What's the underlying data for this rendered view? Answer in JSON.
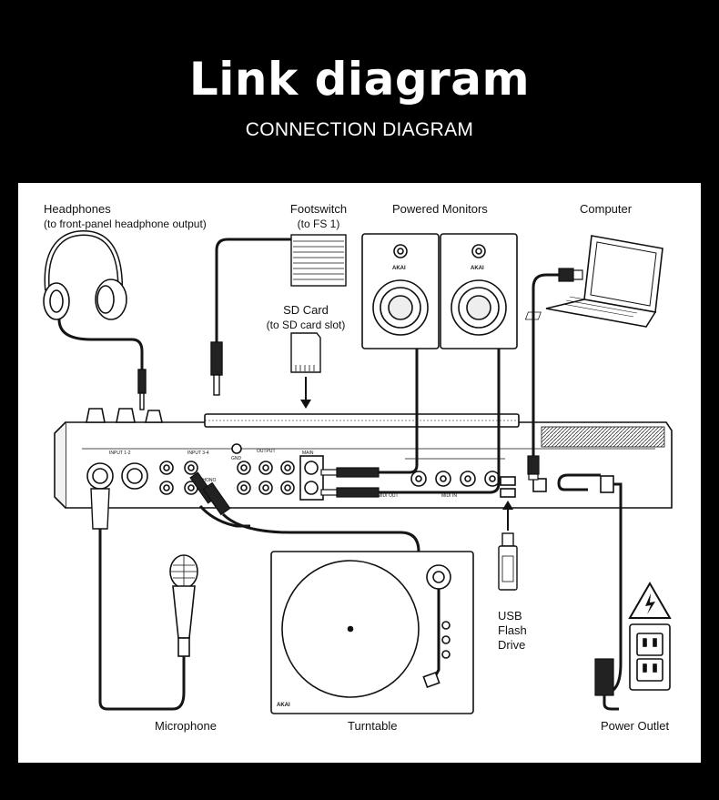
{
  "header": {
    "title": "Link diagram",
    "subtitle": "CONNECTION DIAGRAM"
  },
  "labels": {
    "headphones": "Headphones",
    "headphones_note": "(to front-panel headphone output)",
    "footswitch": "Footswitch",
    "footswitch_note": "(to FS 1)",
    "sd_card": "SD Card",
    "sd_card_note": "(to SD card slot)",
    "powered_monitors": "Powered Monitors",
    "computer": "Computer",
    "usb_flash_drive_line1": "USB",
    "usb_flash_drive_line2": "Flash",
    "usb_flash_drive_line3": "Drive",
    "microphone": "Microphone",
    "turntable": "Turntable",
    "power_outlet": "Power Outlet"
  },
  "device_markings": {
    "monitor_brand": "AKAI",
    "turntable_brand": "AKAI",
    "input_12": "INPUT 1-2",
    "input_34": "INPUT 3-4",
    "output": "OUTPUT",
    "main": "MAIN",
    "gnd": "GND",
    "midi_out": "MIDI OUT",
    "midi_in": "MIDI IN",
    "phono": "PHONO"
  },
  "colors": {
    "background": "#000000",
    "panel": "#ffffff",
    "ink": "#111111",
    "cable": "#151515"
  }
}
